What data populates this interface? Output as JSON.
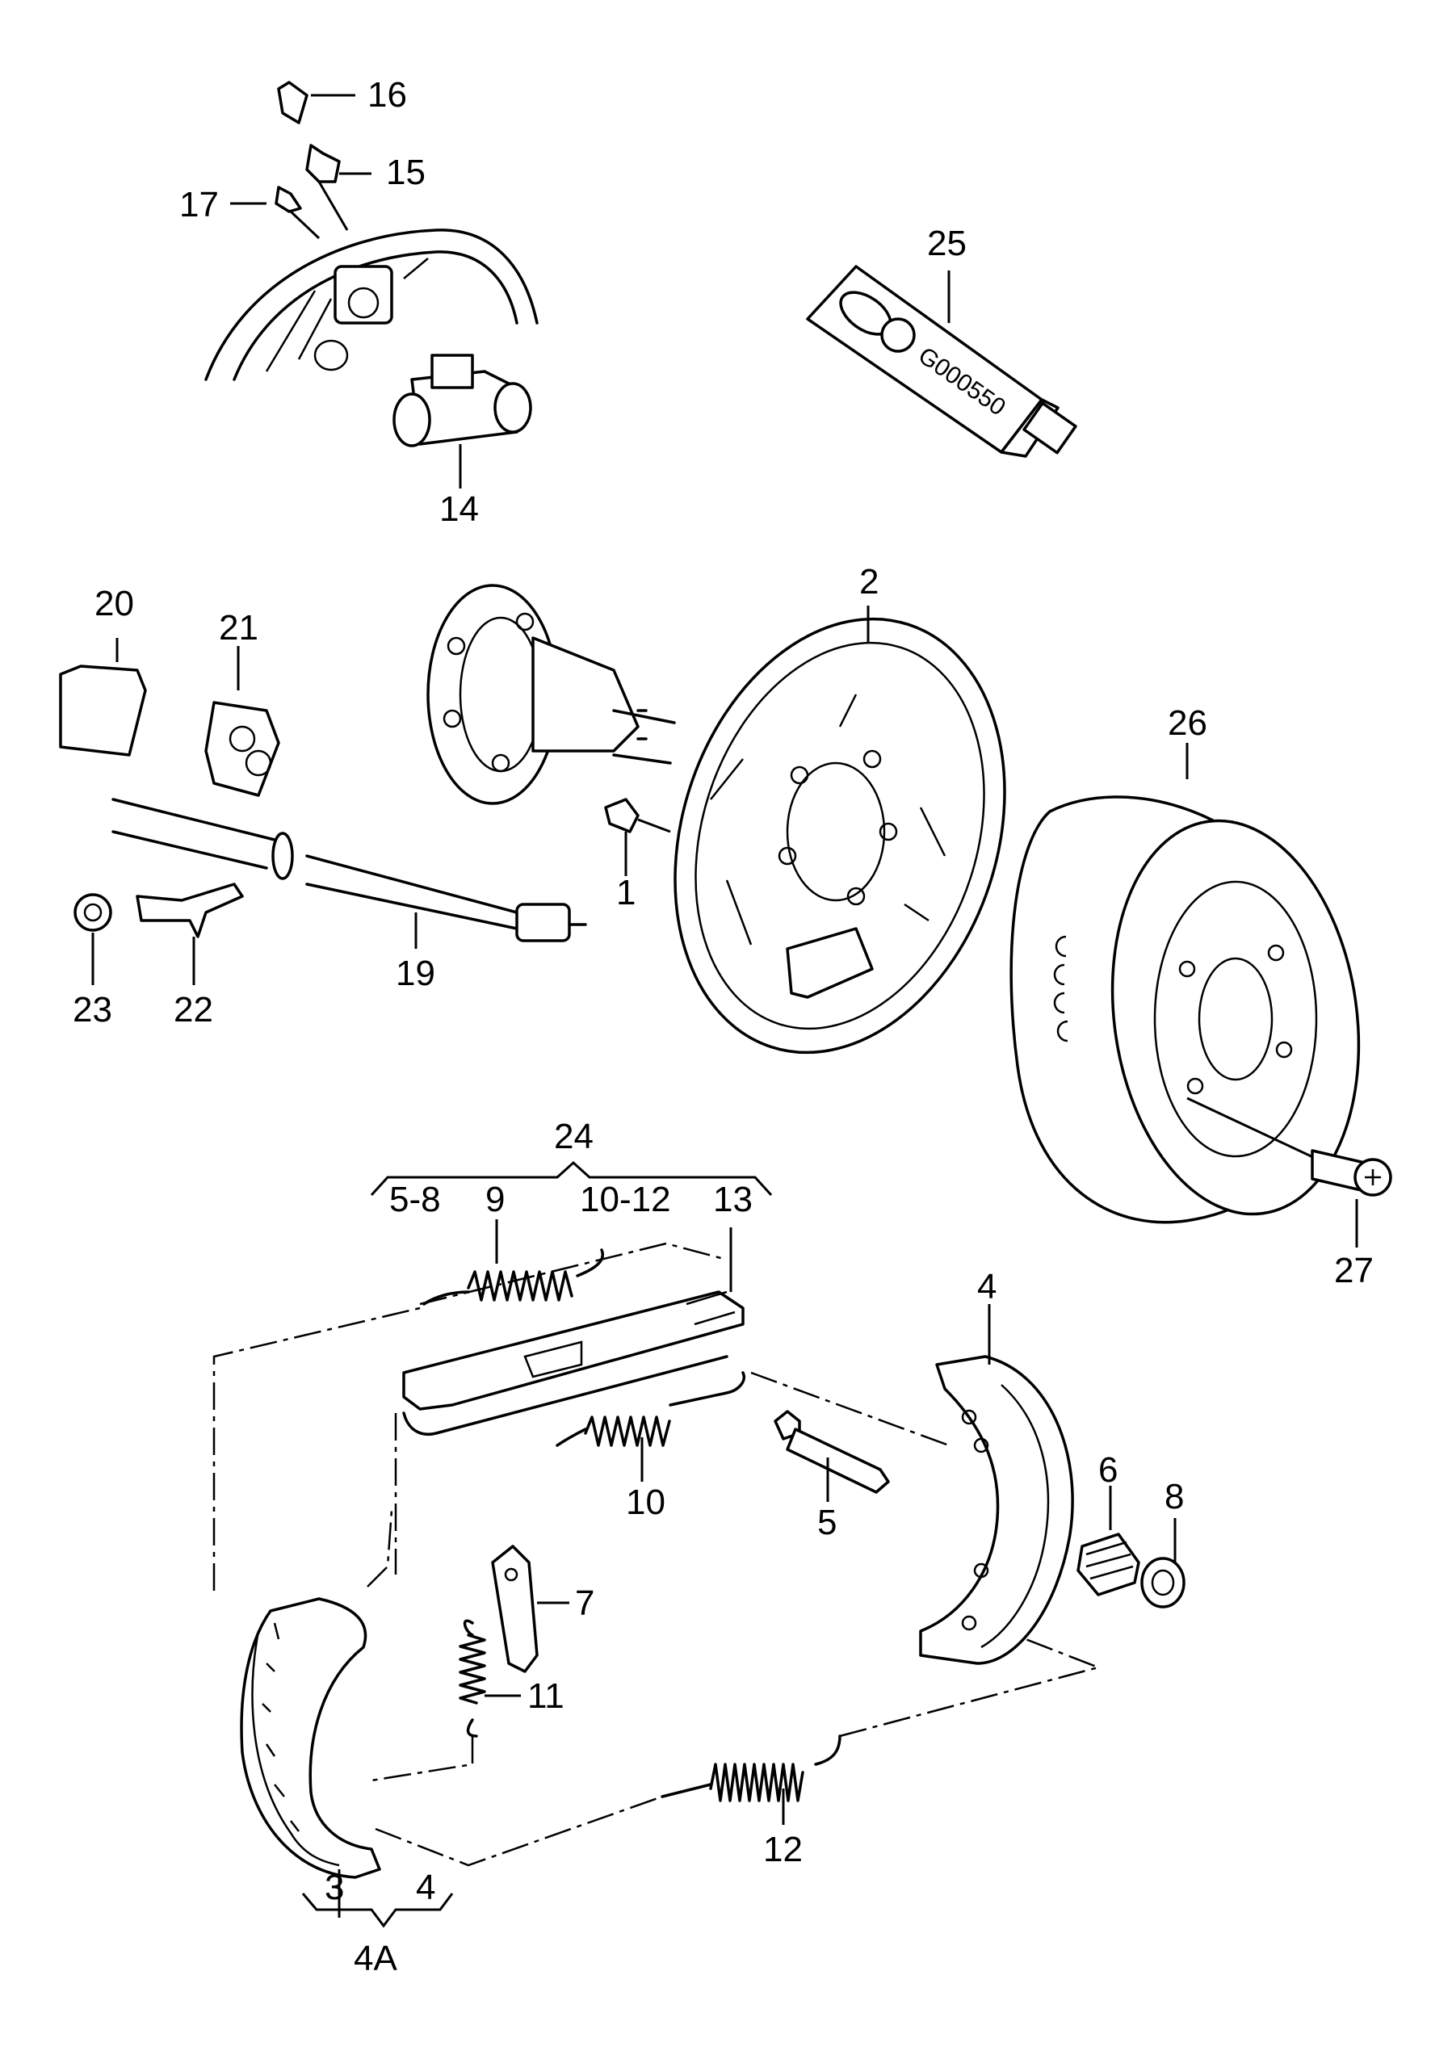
{
  "callouts": {
    "c1": "1",
    "c2": "2",
    "c3": "3",
    "c4a": "4",
    "c4b": "4",
    "c4A": "4A",
    "c5a": "5",
    "c5_8": "5-8",
    "c6": "6",
    "c7": "7",
    "c8": "8",
    "c9": "9",
    "c10": "10",
    "c10_12": "10-12",
    "c11": "11",
    "c12": "12",
    "c13": "13",
    "c14": "14",
    "c15": "15",
    "c16": "16",
    "c17": "17",
    "c19": "19",
    "c20": "20",
    "c21": "21",
    "c22": "22",
    "c23": "23",
    "c24": "24",
    "c25": "25",
    "c26": "26",
    "c27": "27"
  },
  "tube_text": "G000550"
}
